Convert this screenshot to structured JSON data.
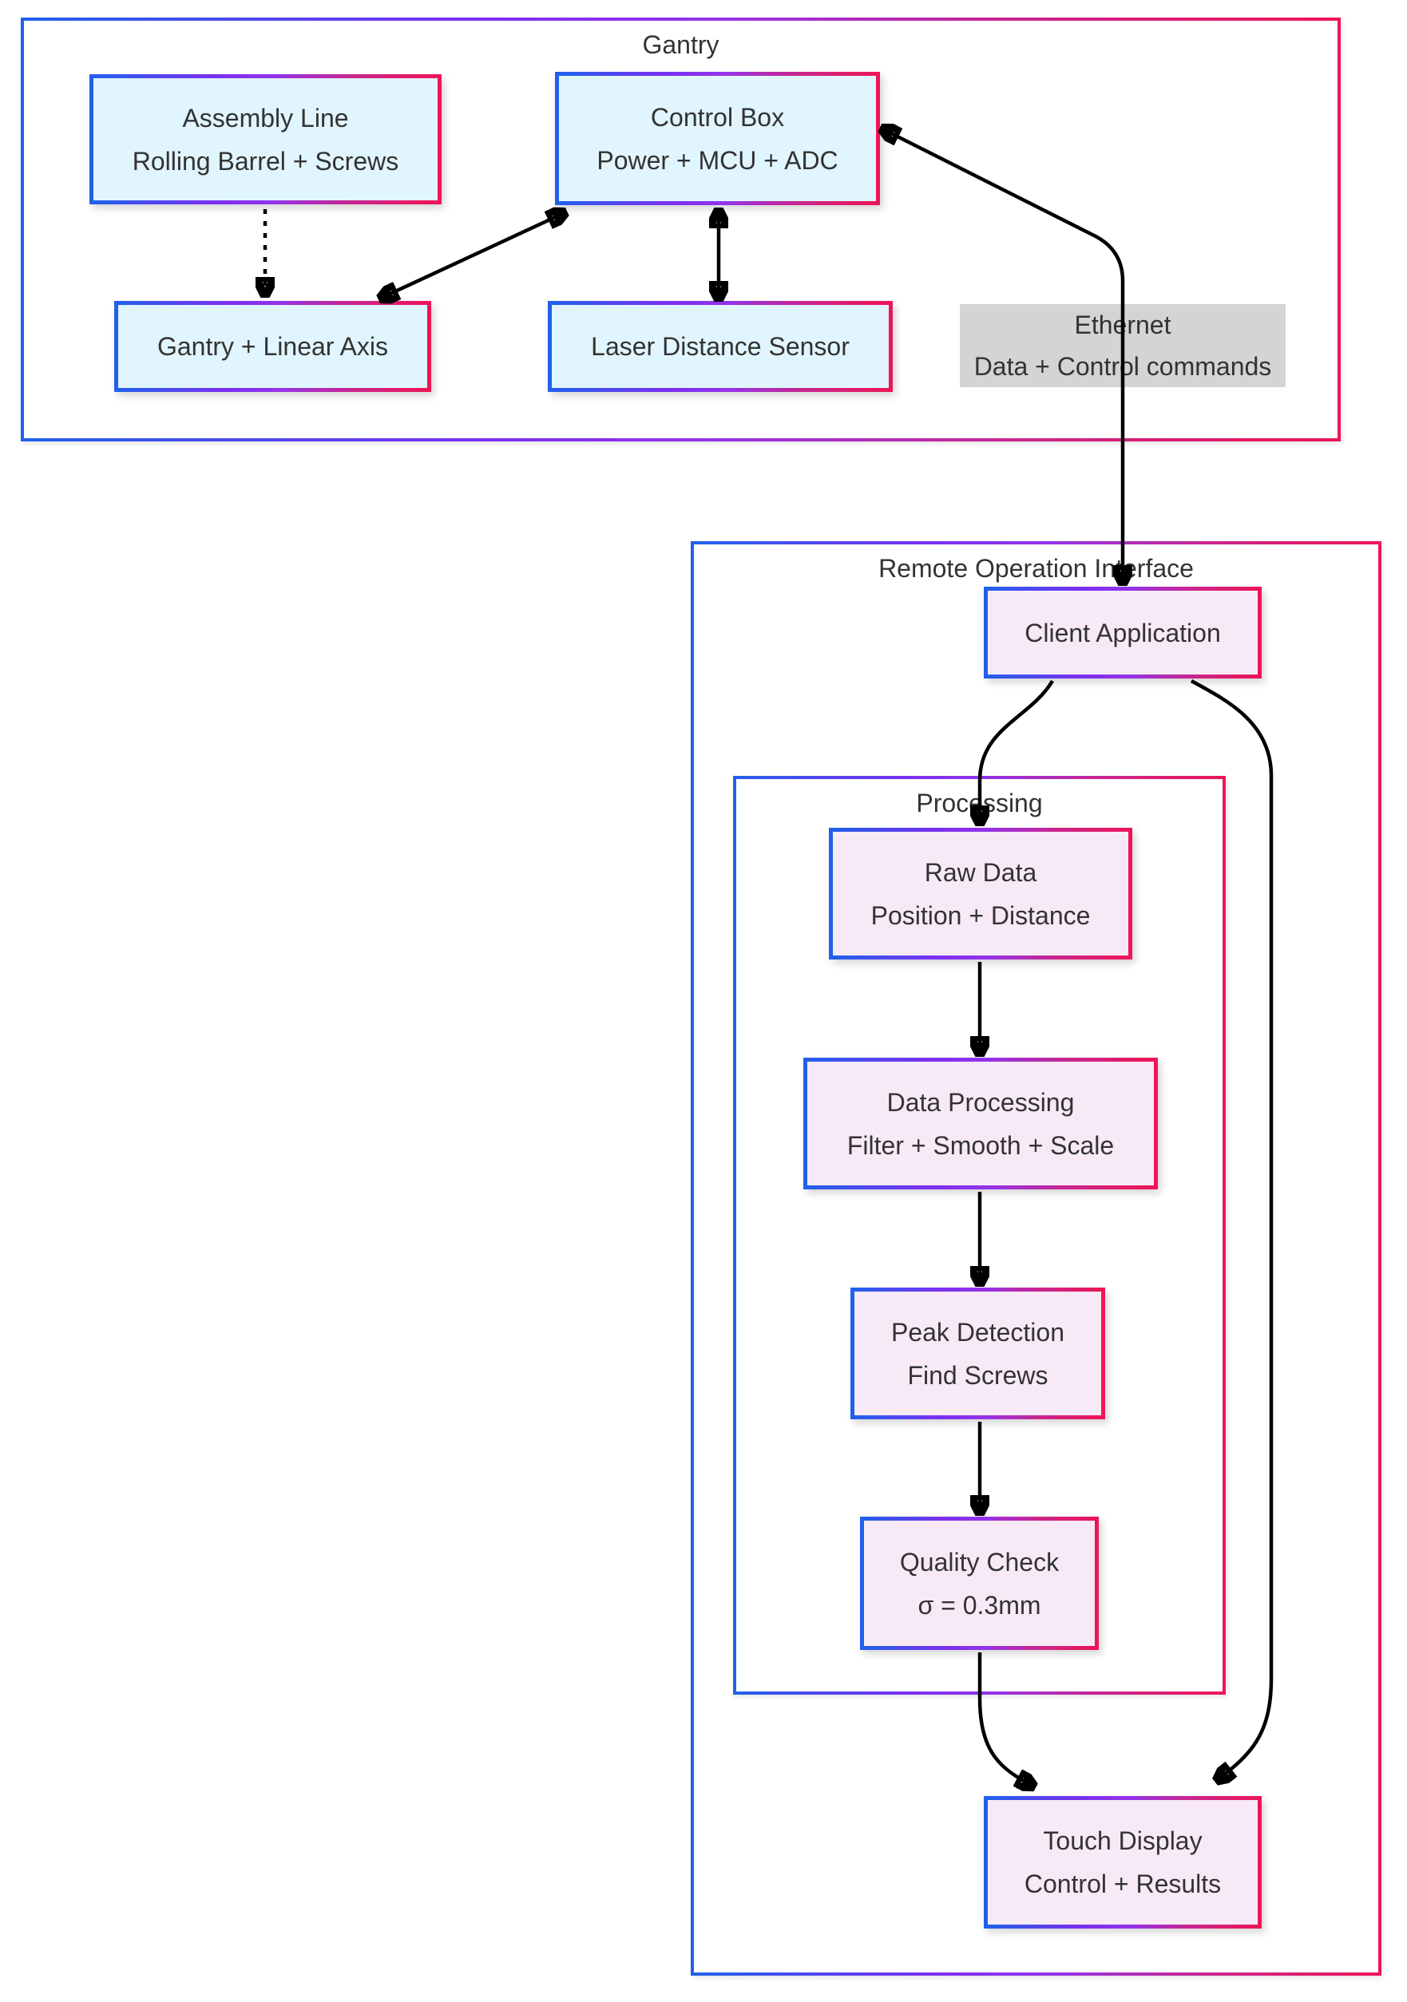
{
  "colors": {
    "border_gradient_start": "#2160eb",
    "border_gradient_mid": "#9333ea",
    "border_gradient_end": "#ee1556",
    "gantry_node_fill": "#e1f5fe",
    "roi_node_fill": "#f7eaf6",
    "edge_label_bg": "#d4d4d4",
    "edge_color": "#000000",
    "text_color": "#333333",
    "background": "#ffffff"
  },
  "gantry": {
    "title": "Gantry",
    "nodes": {
      "assembly_line": {
        "line1": "Assembly Line",
        "line2": "Rolling Barrel + Screws"
      },
      "control_box": {
        "line1": "Control Box",
        "line2": "Power + MCU + ADC"
      },
      "gantry_axis": {
        "line1": "Gantry + Linear Axis"
      },
      "laser_sensor": {
        "line1": "Laser Distance Sensor"
      }
    }
  },
  "ethernet_label": {
    "line1": "Ethernet",
    "line2": "Data + Control commands"
  },
  "roi": {
    "title": "Remote Operation Interface",
    "nodes": {
      "client_app": {
        "line1": "Client Application"
      },
      "touch_display": {
        "line1": "Touch Display",
        "line2": "Control + Results"
      }
    },
    "processing": {
      "title": "Processing",
      "nodes": {
        "raw_data": {
          "line1": "Raw Data",
          "line2": "Position + Distance"
        },
        "data_processing": {
          "line1": "Data Processing",
          "line2": "Filter + Smooth + Scale"
        },
        "peak_detection": {
          "line1": "Peak Detection",
          "line2": "Find Screws"
        },
        "quality_check": {
          "line1": "Quality Check",
          "line2": "σ = 0.3mm"
        }
      }
    }
  },
  "edges": [
    {
      "id": "assembly-to-gantry-axis",
      "from": "Assembly Line",
      "to": "Gantry + Linear Axis",
      "style": "dotted",
      "direction": "one-way"
    },
    {
      "id": "gantry-axis-control-box",
      "from": "Gantry + Linear Axis",
      "to": "Control Box",
      "style": "solid",
      "direction": "two-way"
    },
    {
      "id": "control-box-laser",
      "from": "Control Box",
      "to": "Laser Distance Sensor",
      "style": "solid",
      "direction": "two-way"
    },
    {
      "id": "control-box-client-app",
      "from": "Control Box",
      "to": "Client Application",
      "style": "solid",
      "direction": "two-way",
      "label": "Ethernet — Data + Control commands"
    },
    {
      "id": "client-app-raw-data",
      "from": "Client Application",
      "to": "Raw Data",
      "style": "solid",
      "direction": "one-way"
    },
    {
      "id": "raw-data-data-processing",
      "from": "Raw Data",
      "to": "Data Processing",
      "style": "solid",
      "direction": "one-way"
    },
    {
      "id": "data-processing-peak-detection",
      "from": "Data Processing",
      "to": "Peak Detection",
      "style": "solid",
      "direction": "one-way"
    },
    {
      "id": "peak-detection-quality-check",
      "from": "Peak Detection",
      "to": "Quality Check",
      "style": "solid",
      "direction": "one-way"
    },
    {
      "id": "quality-check-touch-display",
      "from": "Quality Check",
      "to": "Touch Display",
      "style": "solid",
      "direction": "one-way"
    },
    {
      "id": "client-app-touch-display",
      "from": "Client Application",
      "to": "Touch Display",
      "style": "solid",
      "direction": "one-way"
    }
  ]
}
